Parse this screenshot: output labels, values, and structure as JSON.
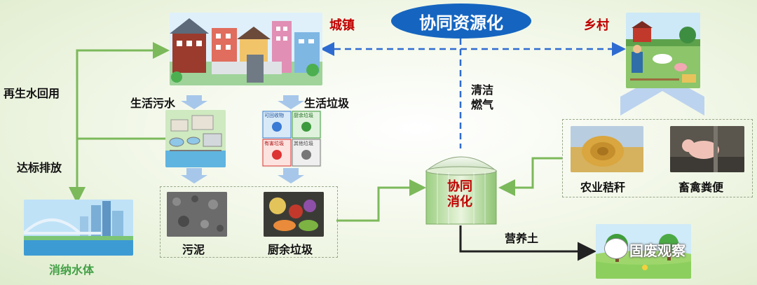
{
  "title": "协同资源化",
  "labels": {
    "town": "城镇",
    "village": "乡村",
    "domestic_sewage": "生活污水",
    "domestic_garbage": "生活垃圾",
    "clean_gas": [
      "清洁",
      "燃气"
    ],
    "reclaimed_water": "再生水回用",
    "standard_discharge": "达标排放",
    "receiving_water": "消纳水体",
    "sludge": "污泥",
    "kitchen_waste": "厨余垃圾",
    "co_digestion": [
      "协同",
      "消化"
    ],
    "nutrient_soil": "营养土",
    "straw": "农业秸秆",
    "manure": "畜禽粪便"
  },
  "garbage_bins": [
    "可回收物",
    "厨余垃圾",
    "有害垃圾",
    "其他垃圾"
  ],
  "watermark": "固废观察",
  "colors": {
    "title_bg": "#1565c0",
    "arrow_green": "#7cb95a",
    "arrow_blue": "#a7c7ea",
    "dashed_blue": "#2e6bd1",
    "accent_red": "#c00000"
  }
}
